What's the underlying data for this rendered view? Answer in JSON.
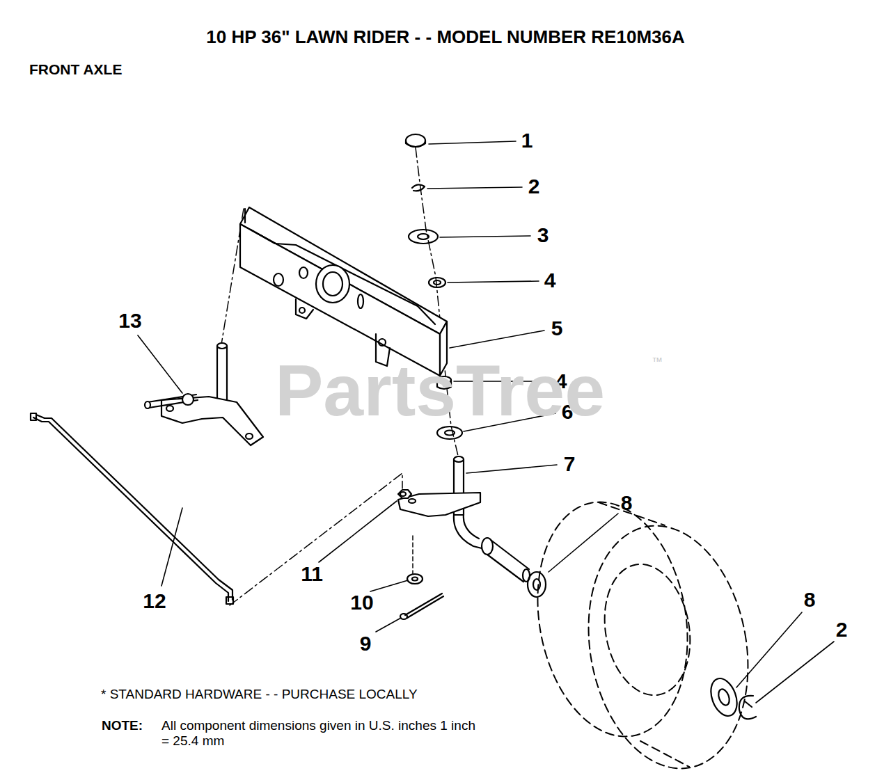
{
  "diagram": {
    "title": "10 HP 36\" LAWN RIDER - - MODEL NUMBER RE10M36A",
    "labels": [
      "FRONT AXLE",
      "1",
      "2",
      "3",
      "4",
      "5",
      "4",
      "6",
      "7",
      "8",
      "13",
      "12",
      "11",
      "10",
      "9",
      "8",
      "2",
      "PartsTree",
      "™",
      "* STANDARD HARDWARE - - PURCHASE LOCALLY",
      "NOTE:",
      "All component dimensions given in U.S. inches 1 inch = 25.4 mm"
    ]
  }
}
